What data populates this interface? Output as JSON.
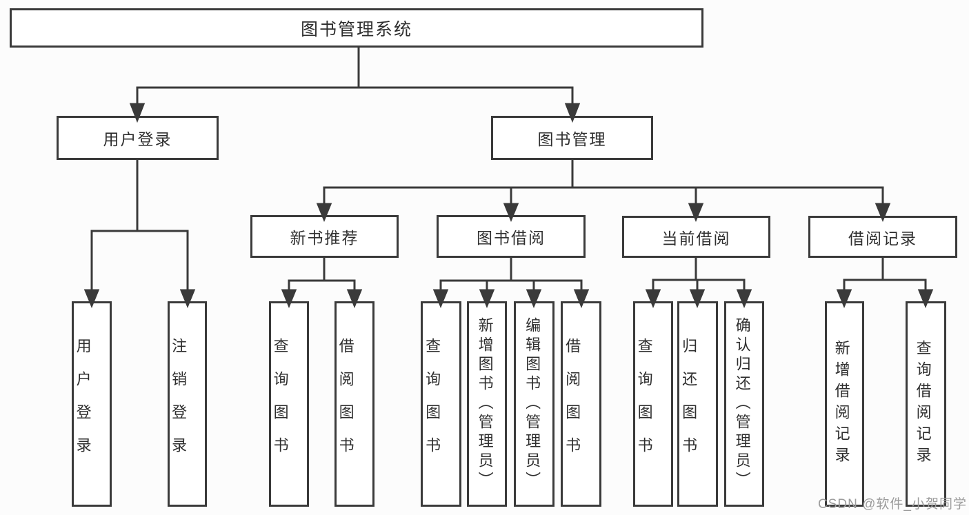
{
  "nodes": {
    "root": {
      "label": "图书管理系统"
    },
    "level2": [
      {
        "label": "用户登录"
      },
      {
        "label": "图书管理"
      }
    ],
    "level3": [
      {
        "label": "新书推荐",
        "parent": "图书管理"
      },
      {
        "label": "图书借阅",
        "parent": "图书管理"
      },
      {
        "label": "当前借阅",
        "parent": "图书管理"
      },
      {
        "label": "借阅记录",
        "parent": "图书管理"
      }
    ],
    "leaves": [
      {
        "label": "用户登录",
        "parent": "用户登录"
      },
      {
        "label": "注销登录",
        "parent": "用户登录"
      },
      {
        "label": "查询图书",
        "parent": "新书推荐"
      },
      {
        "label": "借阅图书",
        "parent": "新书推荐"
      },
      {
        "label": "查询图书",
        "parent": "图书借阅"
      },
      {
        "label": "新增图书（管理员）",
        "parent": "图书借阅"
      },
      {
        "label": "编辑图书（管理员）",
        "parent": "图书借阅"
      },
      {
        "label": "借阅图书",
        "parent": "图书借阅"
      },
      {
        "label": "查询图书",
        "parent": "当前借阅"
      },
      {
        "label": "归还图书",
        "parent": "当前借阅"
      },
      {
        "label": "确认归还（管理员）",
        "parent": "当前借阅"
      },
      {
        "label": "新增借阅记录",
        "parent": "借阅记录"
      },
      {
        "label": "查询借阅记录",
        "parent": "借阅记录"
      }
    ]
  },
  "watermark": {
    "text": "CSDN @软件_小贺同学"
  },
  "colors": {
    "line": "#3a3a3a",
    "text": "#2e2e2e",
    "box_fill": "#ffffff",
    "background": "#fcfcfc",
    "watermark": "#9c9c9c"
  }
}
